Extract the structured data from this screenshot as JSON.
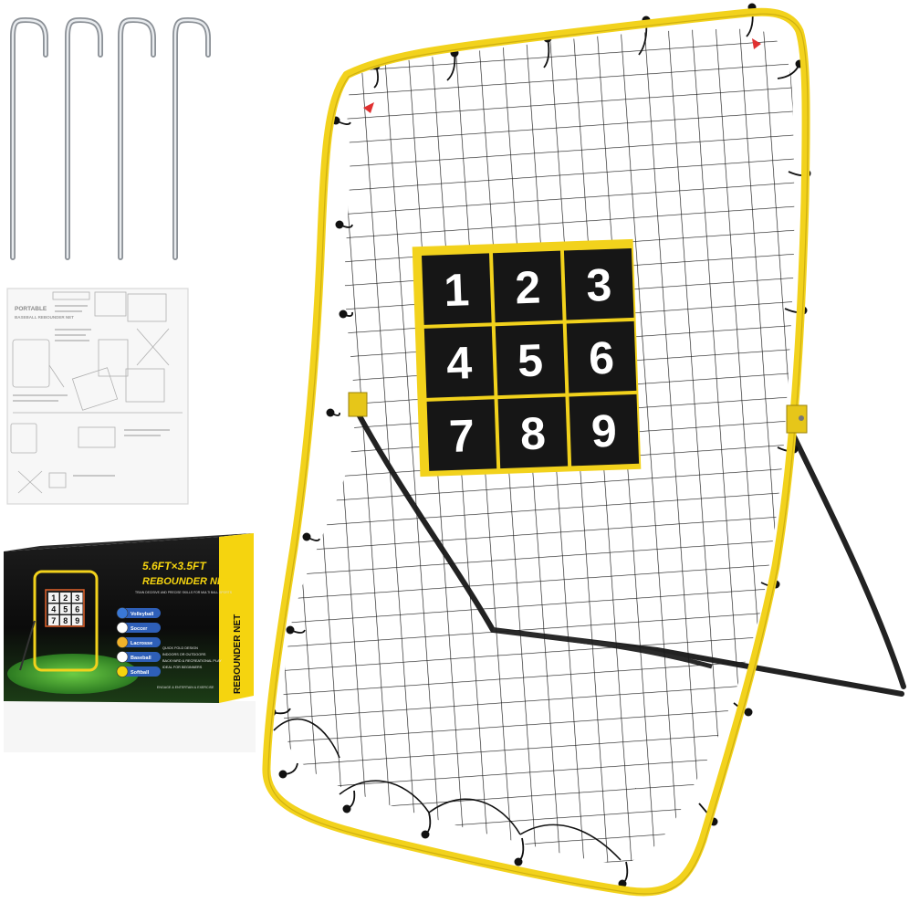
{
  "colors": {
    "frame": "#f2d21c",
    "frame_dark": "#b89a0a",
    "net": "#1a1a1a",
    "target_bg": "#161616",
    "target_border": "#f2d21c",
    "target_digit": "#ffffff",
    "stake": "#c4c7cb",
    "box_dark": "#0d0d0d",
    "box_yellow": "#f5d40f",
    "grass": "#3fa835",
    "leg": "#2a2a2a"
  },
  "target": {
    "numbers": [
      "1",
      "2",
      "3",
      "4",
      "5",
      "6",
      "7",
      "8",
      "9"
    ]
  },
  "box": {
    "headline": "5.6FT×3.5FT",
    "product": "REBOUNDER NET",
    "spine": "REBOUNDER NET",
    "tagline": "TRAIN DECISIVE AND PRECISE SKILLS FOR MULTI BALL SPORTS",
    "sports": [
      "Volleyball",
      "Soccer",
      "Lacrosse",
      "Baseball",
      "Softball"
    ],
    "features": [
      "QUICK FOLD DESIGN",
      "INDOORS OR OUTDOORS",
      "BACKYARD & RECREATIONAL PLAY",
      "IDEAL FOR BEGINNERS"
    ],
    "bottom_line": "ENGAGE & ENTERTAIN & EXERCISE",
    "mini_numbers": [
      "1",
      "2",
      "3",
      "4",
      "5",
      "6",
      "7",
      "8",
      "9"
    ]
  },
  "manual": {
    "title": "PORTABLE",
    "subtitle": "BASEBALL REBOUNDER NET"
  },
  "icons": {
    "stakes": "ground-stake-icon",
    "sport_balls": "sport-ball-icon"
  }
}
